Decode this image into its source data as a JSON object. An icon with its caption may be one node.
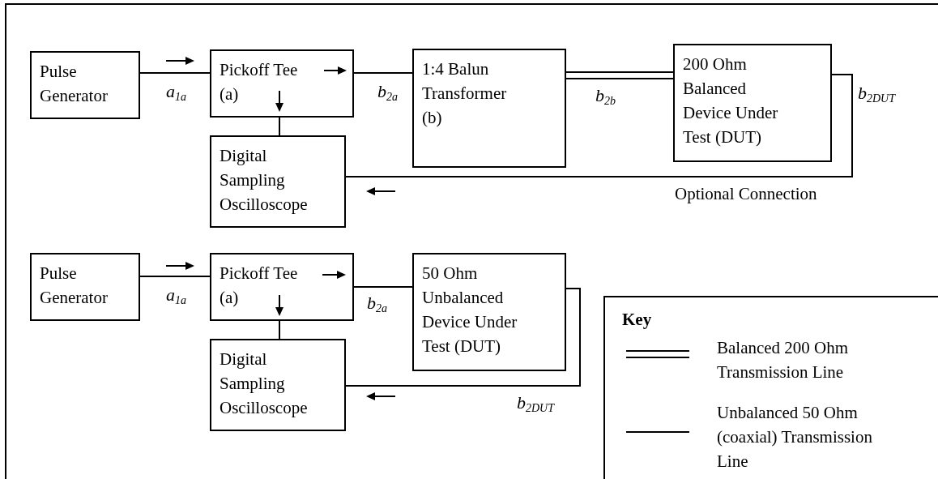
{
  "diagram": {
    "nodes": [
      {
        "text": [
          "Pulse Generator"
        ]
      },
      {
        "text": [
          "Pickoff Tee (a)"
        ]
      },
      {
        "text": [
          "Digital Sampling Oscilloscope"
        ]
      },
      {
        "text": [
          "1:4 Balun Transformer (b)"
        ]
      },
      {
        "text": [
          "200 Ohm Balanced Device Under Test (DUT)"
        ]
      },
      {
        "text": [
          "Pulse Generator"
        ]
      },
      {
        "text": [
          "Pickoff Tee (a)"
        ]
      },
      {
        "text": [
          "Digital Sampling Oscilloscope"
        ]
      },
      {
        "text": [
          "50 Ohm Unbalanced Device Under Test (DUT)"
        ]
      }
    ],
    "edges": [
      {
        "from": 0,
        "to": 1,
        "arrow": "none",
        "label": "a$_{1a}$"
      },
      {
        "from": 1,
        "to": 3,
        "arrow": "none",
        "label": "b$_{2a}$"
      },
      {
        "from": 3,
        "to": 4,
        "arrow": "none",
        "label": "b$_{2b}$"
      },
      {
        "from": 4,
        "to": 2,
        "arrow": "none",
        "label": "b$_{2DUT}$"
      },
      {
        "from": 1,
        "to": 2,
        "arrow": "none"
      },
      {
        "from": 5,
        "to": 6,
        "arrow": "none",
        "label": "a$_{1a}$"
      },
      {
        "from": 6,
        "to": 8,
        "arrow": "none",
        "label": "b$_{2a}$"
      },
      {
        "from": 8,
        "to": 7,
        "arrow": "none",
        "label": "b$_{2DUT}$"
      },
      {
        "from": 6,
        "to": 7,
        "arrow": "none"
      }
    ],
    "labels": [
      "Optional Connection",
      "Key"
    ],
    "legend": [
      {
        "text": "Balanced 200 Ohm Transmission Line"
      },
      {
        "text": "Unbalanced 50 Ohm (coaxial) Transmission Line"
      }
    ]
  }
}
